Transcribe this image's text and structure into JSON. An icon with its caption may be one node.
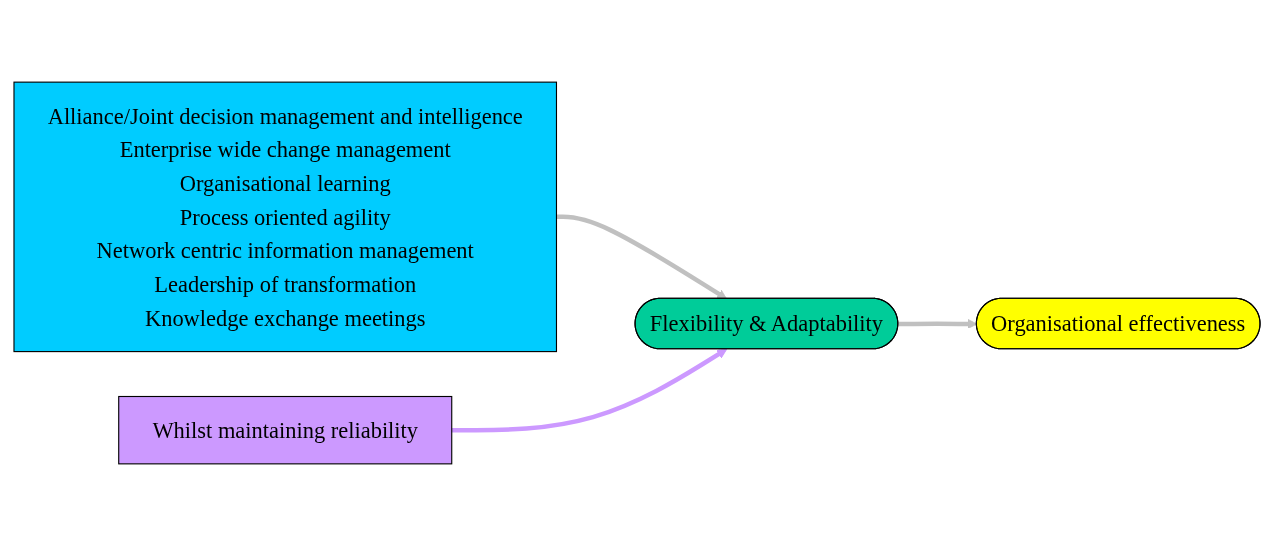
{
  "diagram": {
    "nodes": [
      {
        "text": [
          "Alliance/Joint decision management and intelligence",
          "Enterprise wide change management",
          "Organisational learning",
          "Process oriented agility",
          "Network centric information management",
          "Leadership of transformation",
          "Knowledge exchange meetings"
        ]
      },
      {
        "text": [
          "Whilst maintaining reliability"
        ]
      },
      {
        "text": [
          "Flexibility & Adaptability"
        ]
      },
      {
        "text": [
          "Organisational effectiveness"
        ]
      }
    ],
    "edges": [
      {
        "from": 0,
        "to": 2,
        "arrow": "to",
        "color": "#c0c0c0"
      },
      {
        "from": 1,
        "to": 2,
        "arrow": "to",
        "color": "#cc99ff"
      },
      {
        "from": 2,
        "to": 3,
        "arrow": "to",
        "color": "#c0c0c0"
      }
    ]
  }
}
